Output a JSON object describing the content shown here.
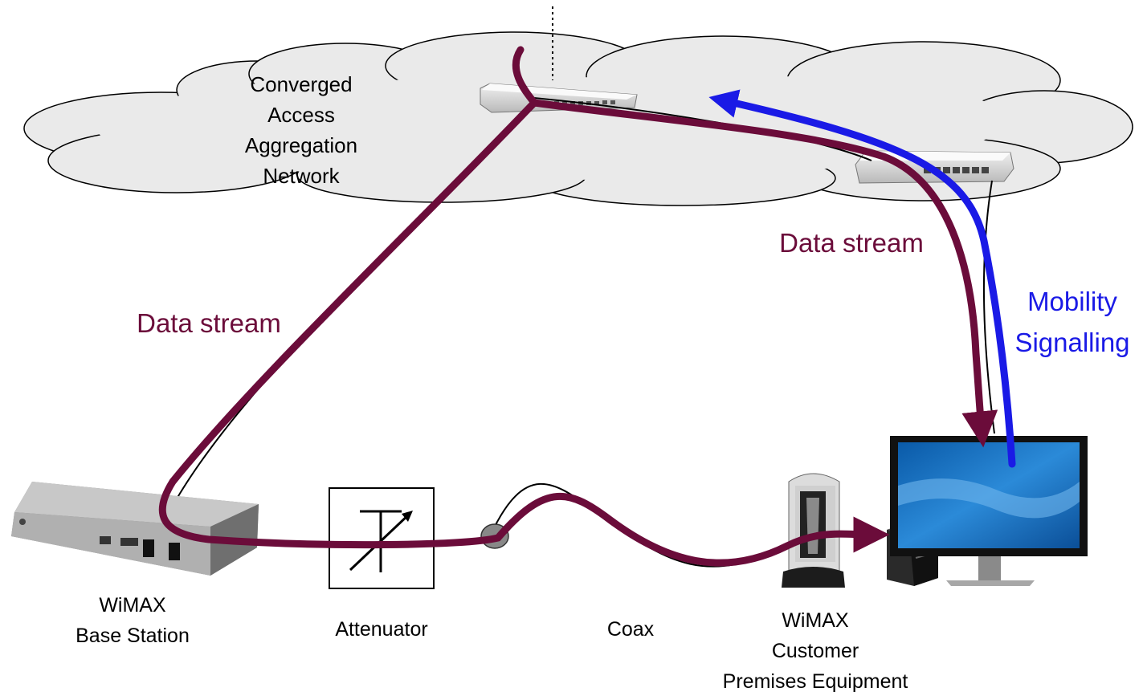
{
  "cloud": {
    "label_lines": [
      "Converged",
      "Access",
      "Aggregation",
      "Network"
    ]
  },
  "labels": {
    "base_station": [
      "WiMAX",
      "Base Station"
    ],
    "attenuator": "Attenuator",
    "coax": "Coax",
    "cpe": [
      "WiMAX",
      "Customer",
      "Premises Equipment"
    ],
    "data_stream_left": "Data stream",
    "data_stream_right": "Data stream",
    "mobility": [
      "Mobility",
      "Signalling"
    ]
  },
  "colors": {
    "data_stream": "#6b0c3a",
    "mobility_signalling": "#1a1ae6",
    "cloud_fill": "#eaeaea",
    "cloud_stroke": "#000000"
  },
  "icons": [
    "cloud",
    "network-switch",
    "base-station",
    "attenuator",
    "coax-connector",
    "cpe-modem",
    "pc-tower",
    "monitor"
  ]
}
